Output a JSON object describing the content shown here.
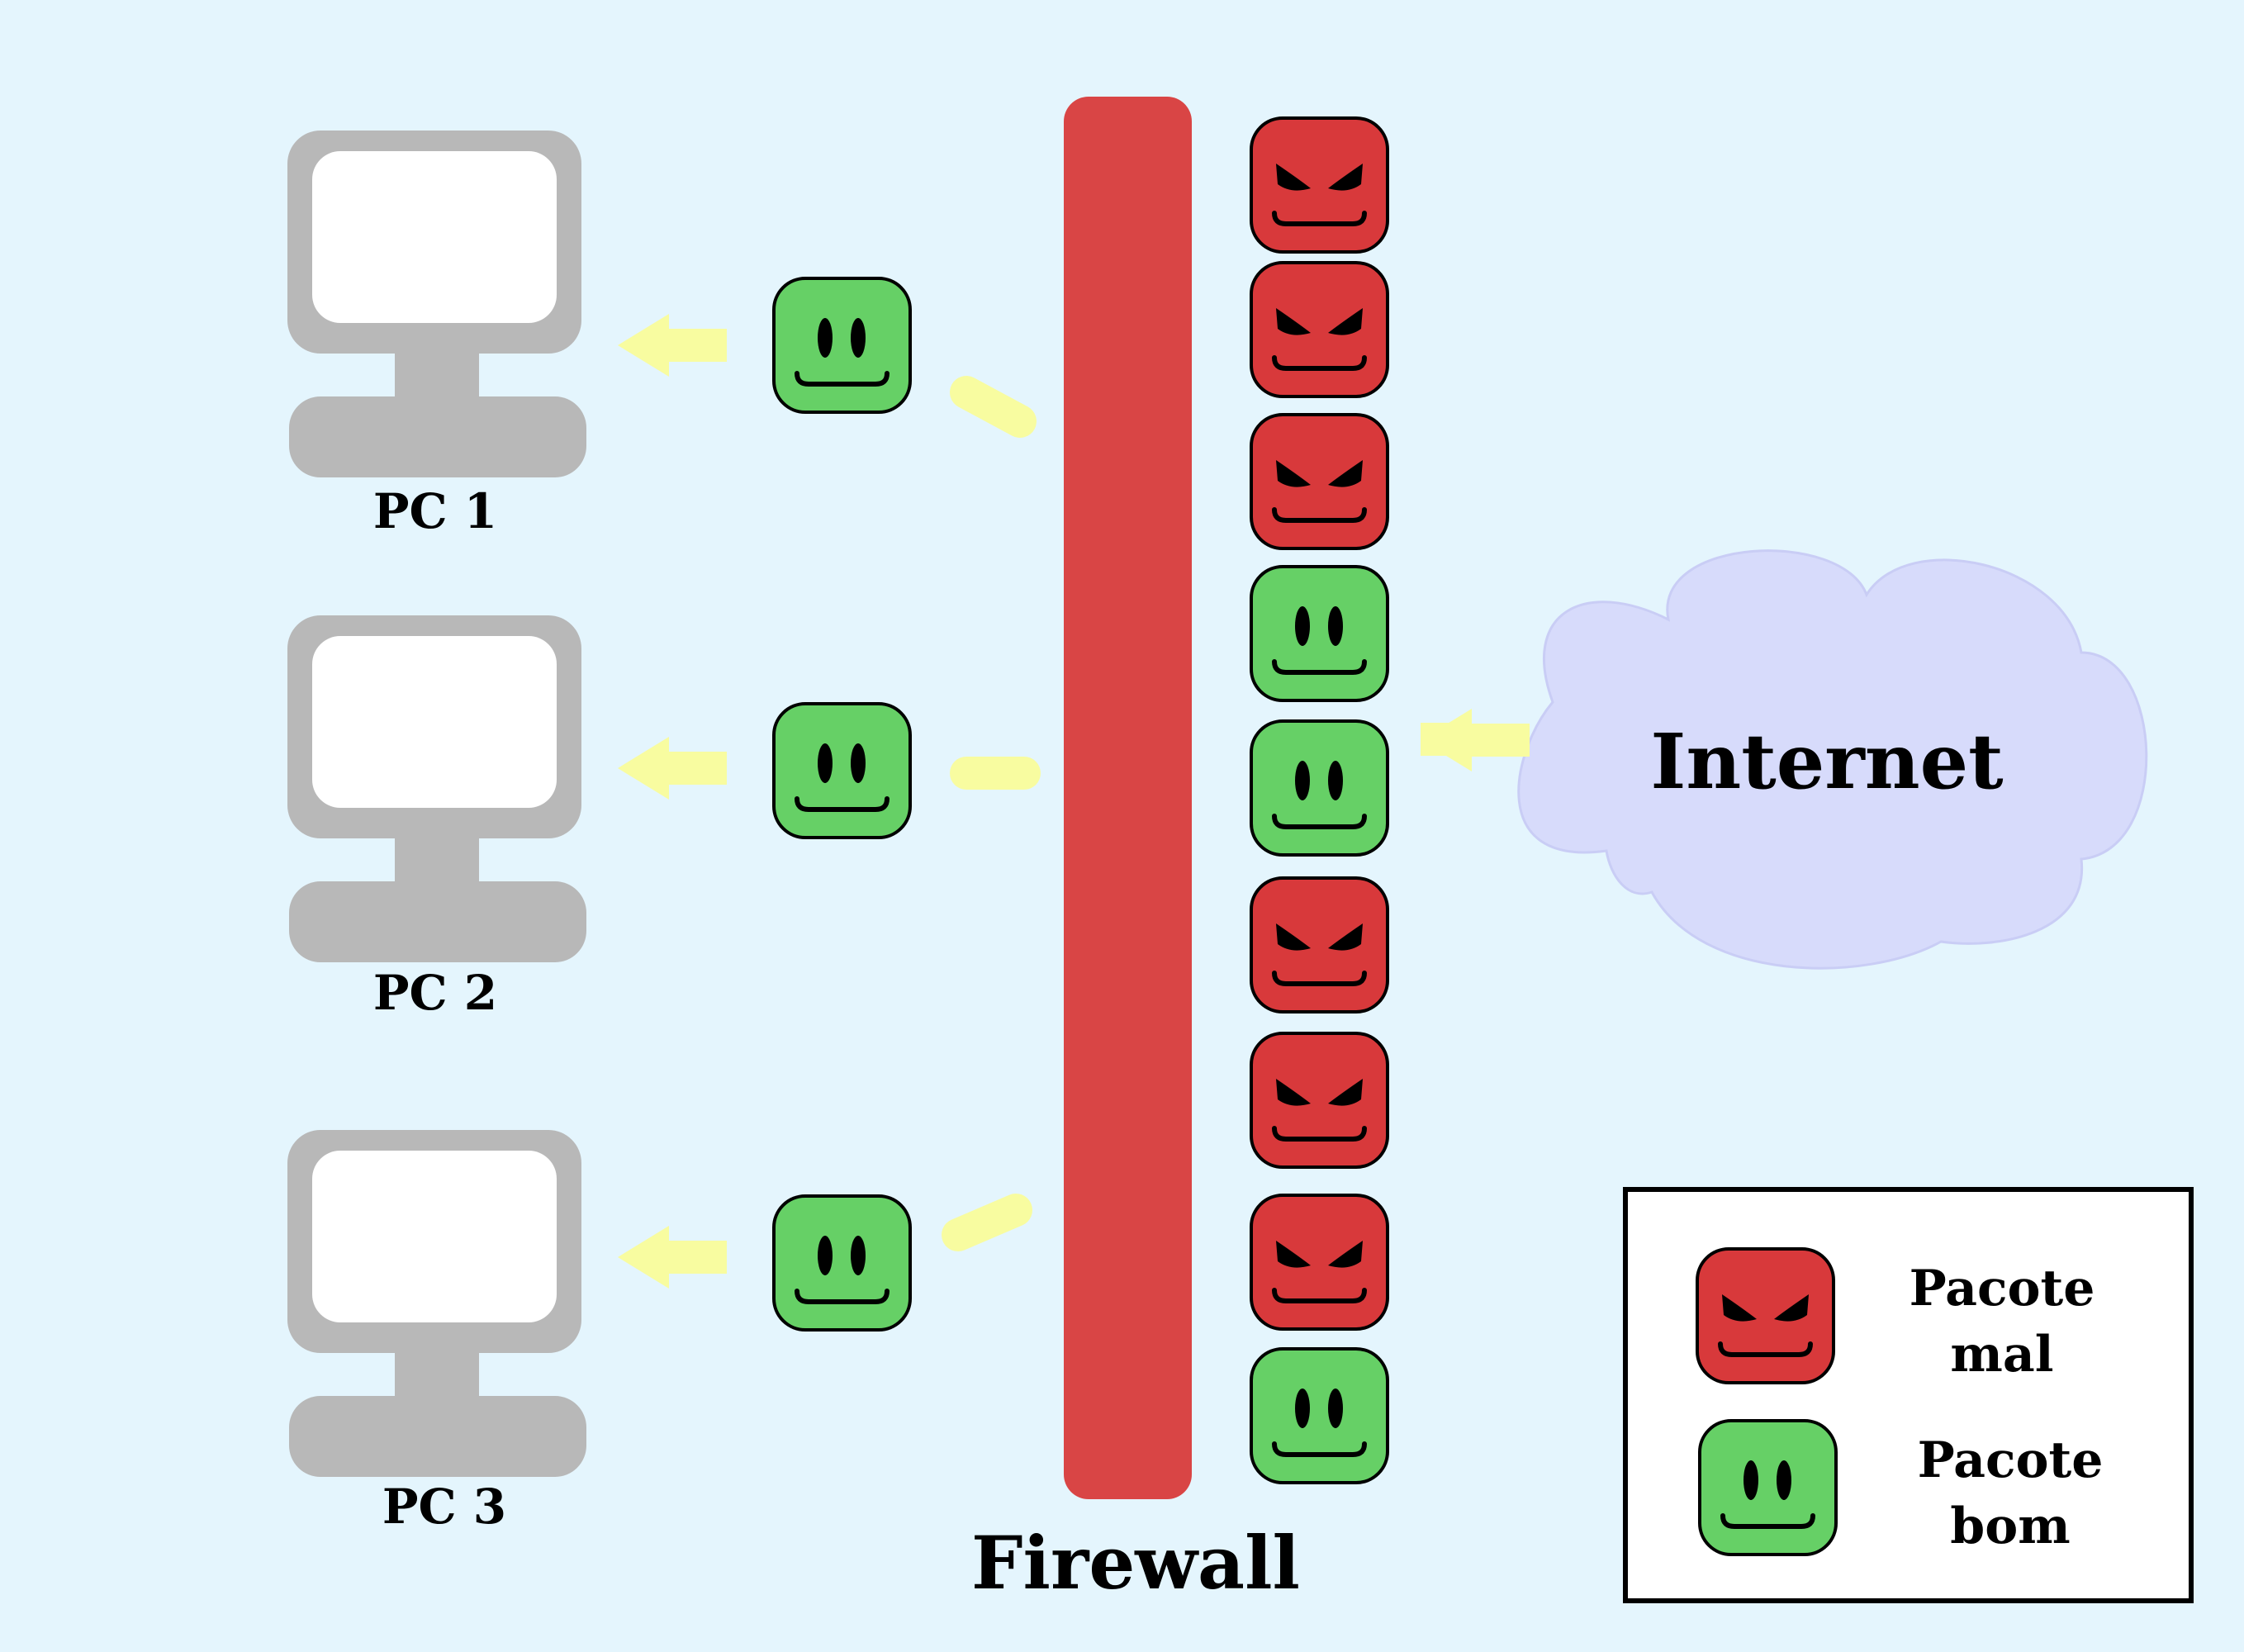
{
  "computers": [
    {
      "label": "PC 1"
    },
    {
      "label": "PC 2"
    },
    {
      "label": "PC 3"
    }
  ],
  "firewall": {
    "label": "Firewall",
    "color": "#d94545"
  },
  "internet": {
    "label": "Internet",
    "color": "#d7dbfb"
  },
  "packet_queue": [
    "bad",
    "bad",
    "bad",
    "good",
    "good",
    "bad",
    "bad",
    "bad",
    "good"
  ],
  "passed_packets": [
    "good",
    "good",
    "good"
  ],
  "legend": {
    "bad": {
      "line1": "Pacote",
      "line2": "mal",
      "icon": "angry-face-icon"
    },
    "good": {
      "line1": "Pacote",
      "line2": "bom",
      "icon": "smiley-face-icon"
    }
  },
  "colors": {
    "background": "#e4f5fd",
    "computer": "#b8b8b8",
    "screen": "#ffffff",
    "bad_packet": "#d8393b",
    "good_packet": "#66d066",
    "arrow": "#f8fca0"
  }
}
